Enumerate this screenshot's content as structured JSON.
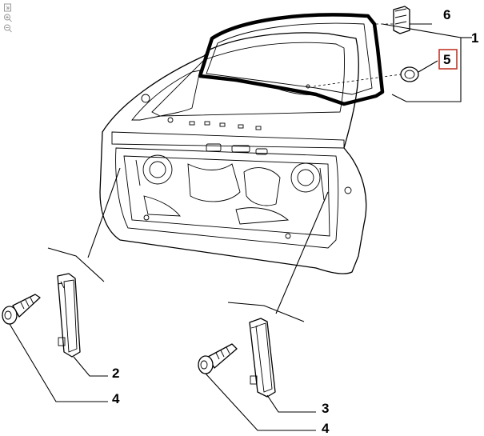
{
  "toolbar": {
    "icons": [
      "fit-page-icon",
      "zoom-in-icon",
      "zoom-out-icon"
    ]
  },
  "callouts": [
    {
      "id": "1",
      "label": "1"
    },
    {
      "id": "2",
      "label": "2"
    },
    {
      "id": "3",
      "label": "3"
    },
    {
      "id": "4a",
      "label": "4"
    },
    {
      "id": "4b",
      "label": "4"
    },
    {
      "id": "5",
      "label": "5",
      "highlighted": true
    },
    {
      "id": "6",
      "label": "6"
    }
  ],
  "colors": {
    "highlight": "#c0392b",
    "ink": "#000000",
    "tool_icon": "#9a9a9a"
  }
}
